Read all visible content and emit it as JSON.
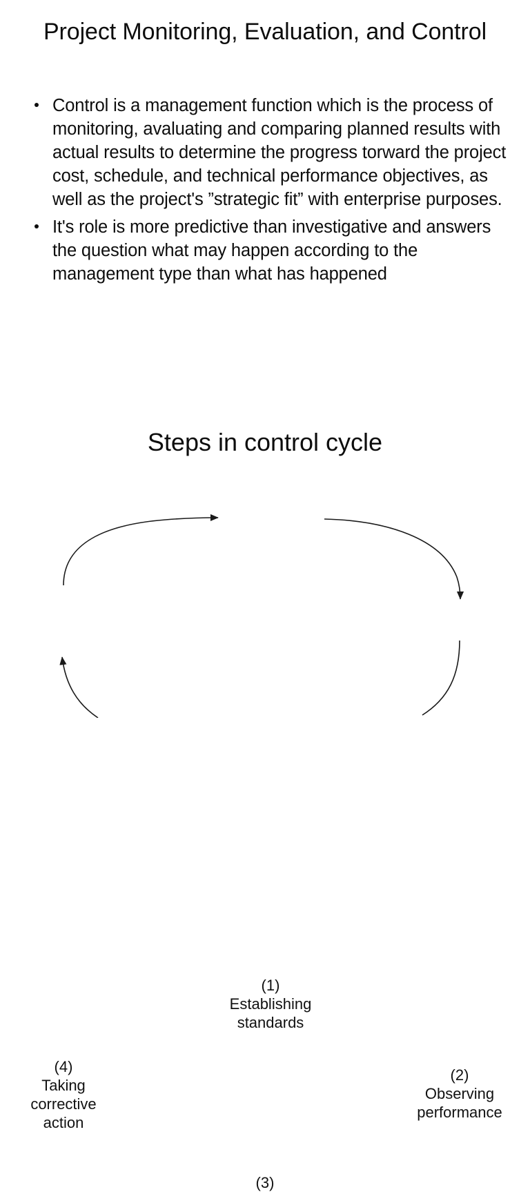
{
  "slide1": {
    "title": "Project Monitoring, Evaluation, and Control",
    "bullets": [
      "Control is a management function which is the process of monitoring, avaluating and comparing planned results with actual results to determine the progress torward the project cost, schedule, and technical performance objectives, as well as the project's ”strategic fit” with enterprise purposes.",
      "It's role is more predictive than investigative and answers the question what may happen according to the management type than what has happened"
    ]
  },
  "slide2": {
    "heading": "Steps in control cycle",
    "diagram": {
      "nodes": [
        {
          "num": "(1)",
          "label": "Establishing\nstandards"
        },
        {
          "num": "(2)",
          "label": "Observing\nperformance"
        },
        {
          "num": "(3)",
          "label": ""
        },
        {
          "num": "(4)",
          "label": "Taking\ncorrective\naction"
        }
      ],
      "arrows": [
        {
          "from": "(4)",
          "to": "(1)",
          "direction": "right"
        },
        {
          "from": "(1)",
          "to": "(2)",
          "direction": "down"
        },
        {
          "from": "(2)",
          "to": "(3)",
          "direction": "left"
        },
        {
          "from": "(3)",
          "to": "(4)",
          "direction": "up"
        }
      ]
    }
  },
  "colors": {
    "background": "#ffffff",
    "text": "#0d0d0d",
    "stroke": "#1a1a1a"
  }
}
